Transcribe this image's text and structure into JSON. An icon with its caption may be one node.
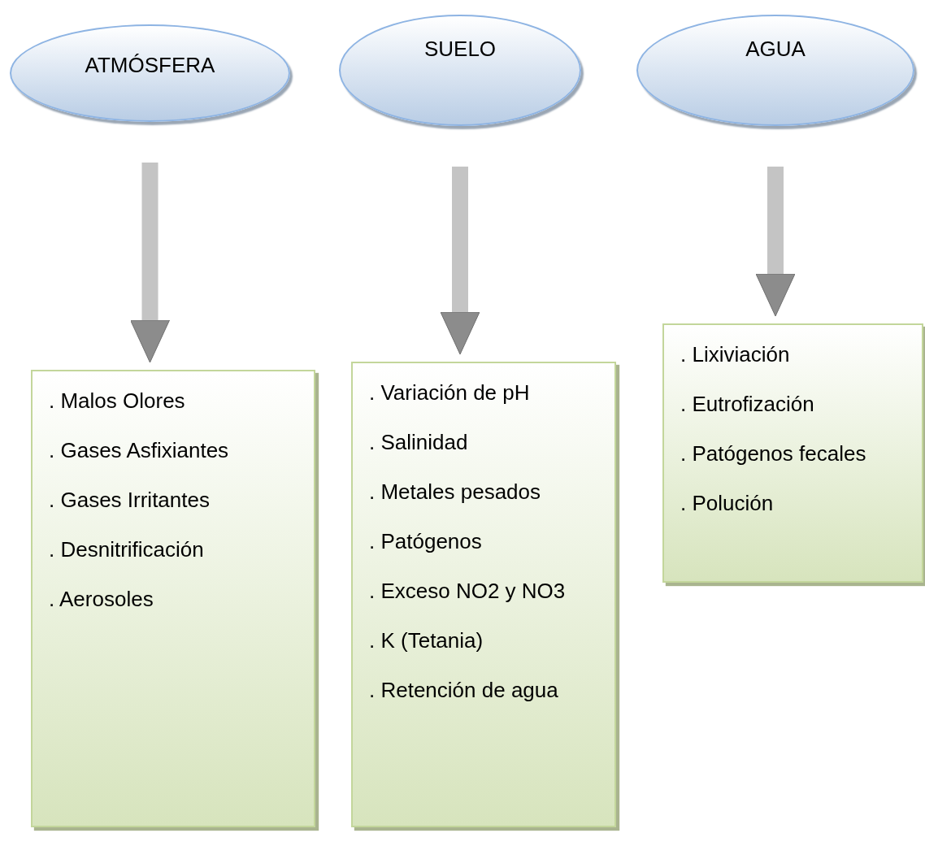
{
  "diagram": {
    "nodes": [
      {
        "text": [
          "ATMÓSFERA"
        ]
      },
      {
        "text": [
          "SUELO"
        ]
      },
      {
        "text": [
          "AGUA"
        ]
      },
      {
        "text": [
          ". Malos Olores",
          ". Gases Asfixiantes",
          ". Gases Irritantes",
          ". Desnitrificación",
          ". Aerosoles"
        ]
      },
      {
        "text": [
          ". Variación de pH",
          ". Salinidad",
          ". Metales pesados",
          ". Patógenos",
          ". Exceso NO2 y NO3",
          ". K (Tetania)",
          ". Retención de agua"
        ]
      },
      {
        "text": [
          ". Lixiviación",
          ". Eutrofización",
          ". Patógenos fecales",
          ". Polución"
        ]
      }
    ],
    "edges": [
      {
        "from": 0,
        "to": 3,
        "arrow": "to"
      },
      {
        "from": 1,
        "to": 4,
        "arrow": "to"
      },
      {
        "from": 2,
        "to": 5,
        "arrow": "to"
      }
    ]
  }
}
